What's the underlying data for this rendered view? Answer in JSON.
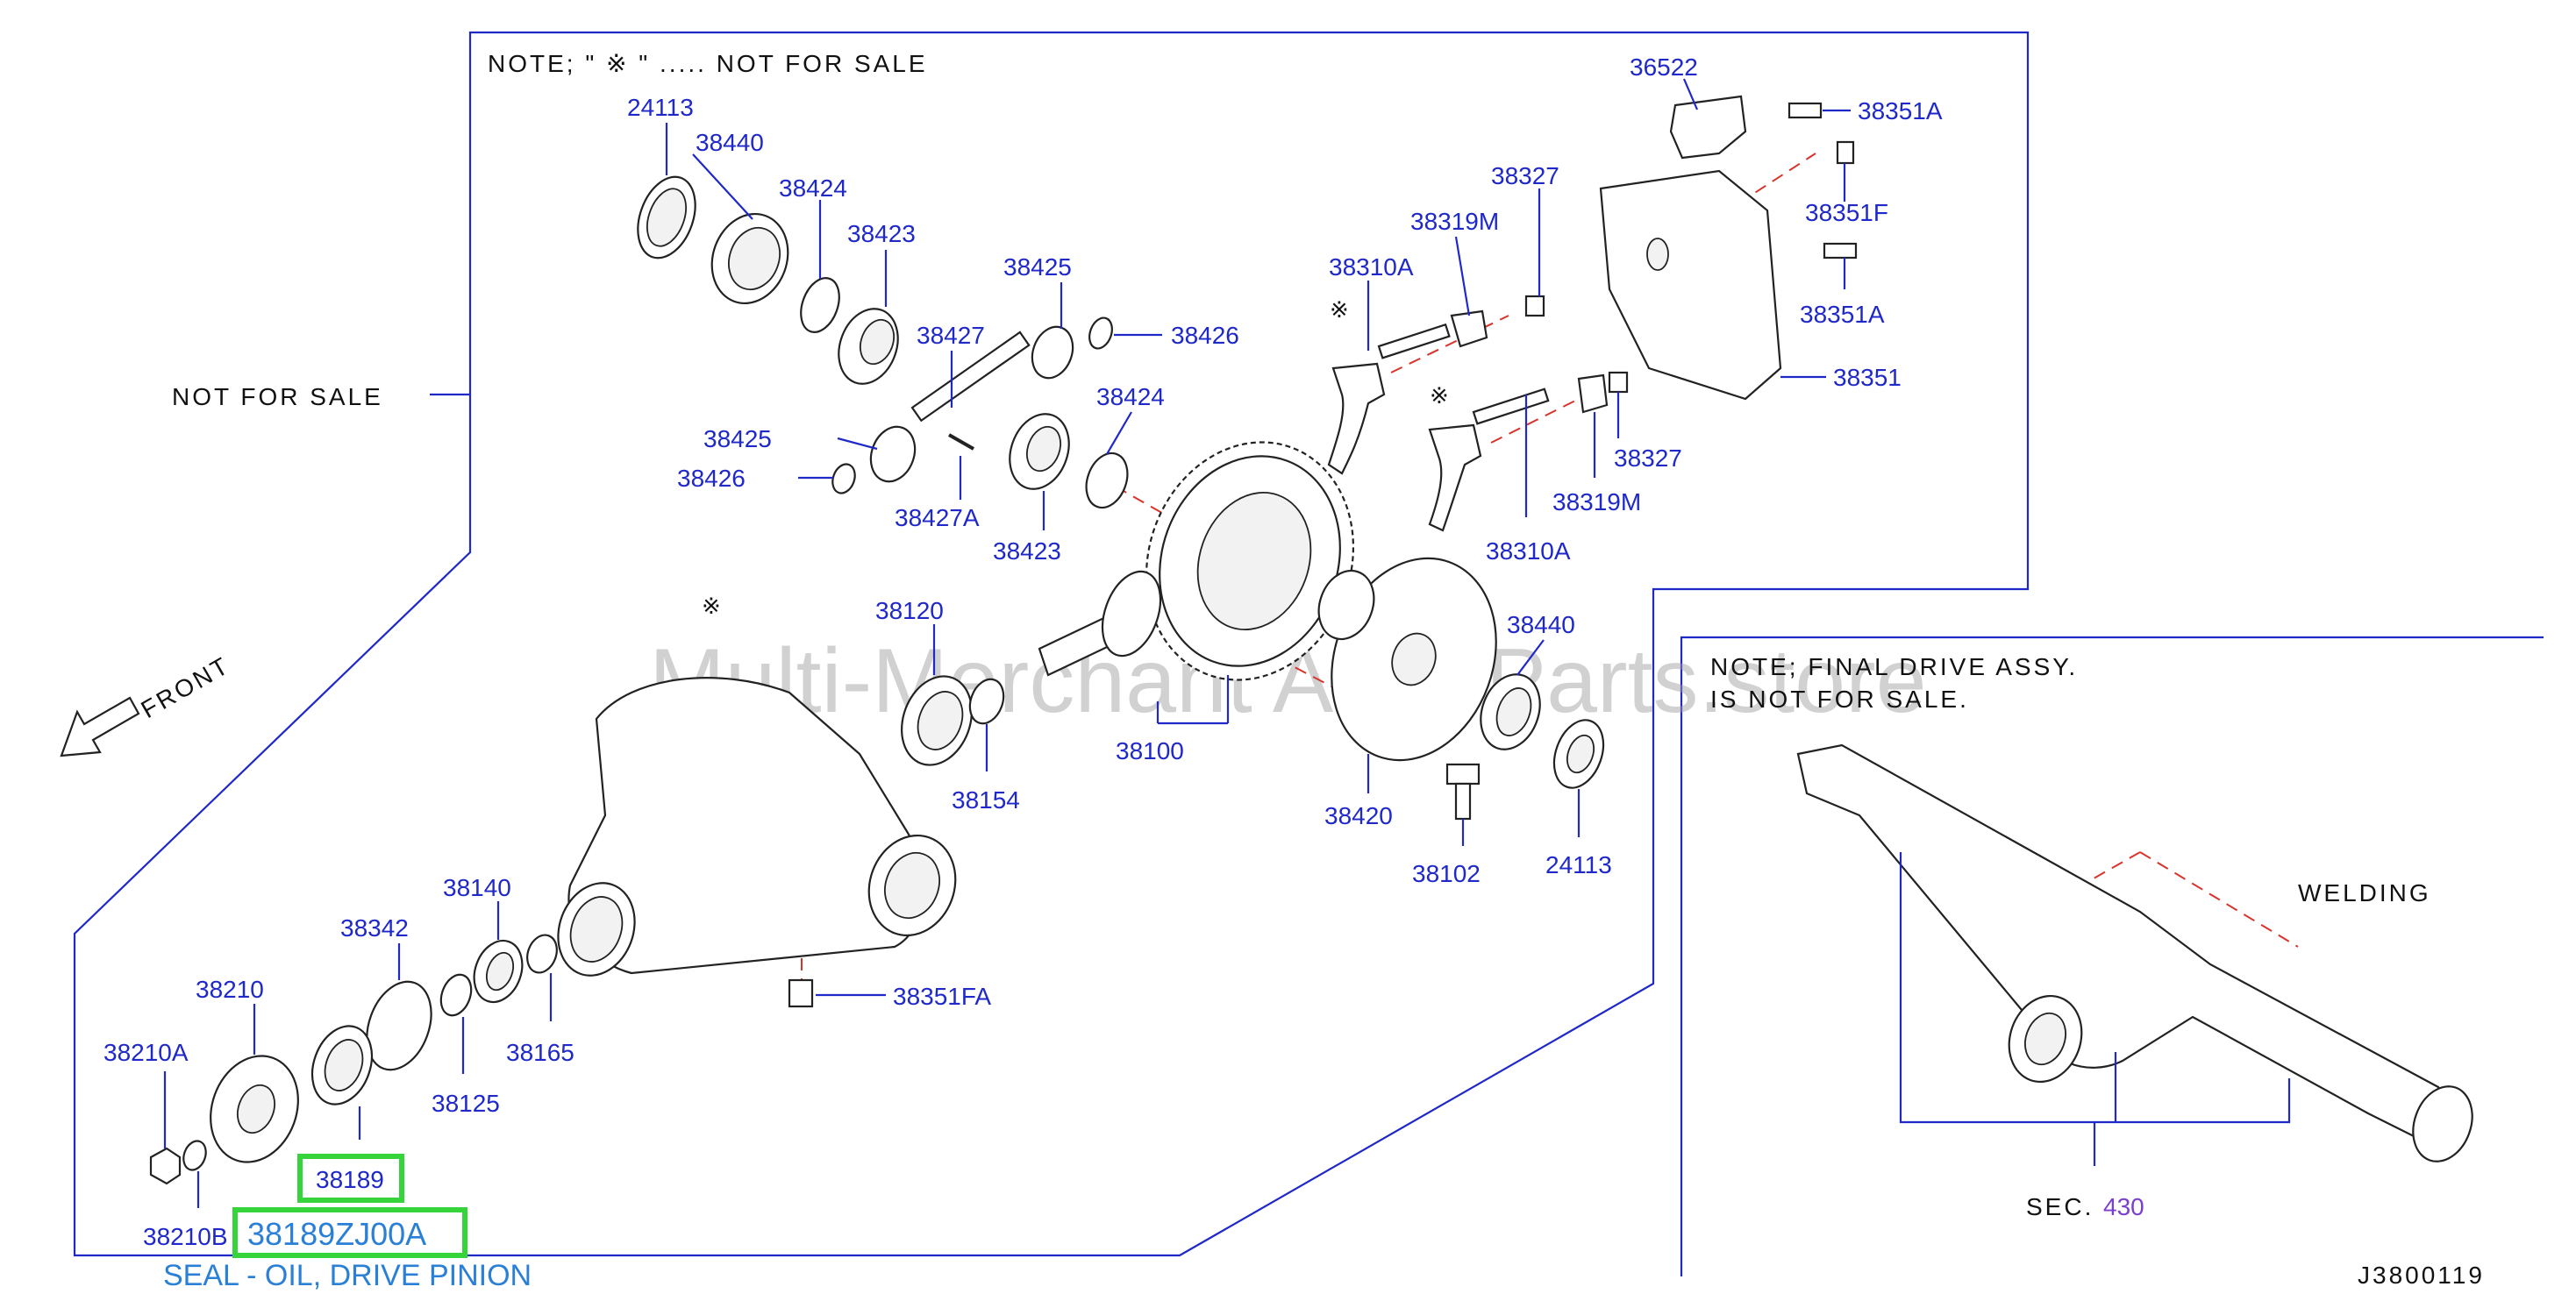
{
  "notes": {
    "top_note": "NOTE;  \" ※ \"  .....  NOT  FOR  SALE",
    "not_for_sale": "NOT  FOR  SALE",
    "front": "FRONT",
    "final_drive_line1": "NOTE;  FINAL  DRIVE  ASSY.",
    "final_drive_line2": "IS  NOT  FOR  SALE.",
    "welding": "WELDING",
    "sec_label": "SEC.",
    "sec_number": "430",
    "diagram_code": "J3800119",
    "asterisk": "※",
    "watermark": "Multi-Merchant Auto Parts.store"
  },
  "part_numbers": {
    "p24113_top": "24113",
    "p38440_top": "38440",
    "p38424_top": "38424",
    "p38423_top": "38423",
    "p38425_top": "38425",
    "p38426_top": "38426",
    "p38427": "38427",
    "p38424_mid": "38424",
    "p38425_left": "38425",
    "p38426_left": "38426",
    "p38427A": "38427A",
    "p38423_mid": "38423",
    "p36522": "36522",
    "p38351A_top": "38351A",
    "p38327_top": "38327",
    "p38351F": "38351F",
    "p38319M_top": "38319M",
    "p38310A_top": "38310A",
    "p38351A_mid": "38351A",
    "p38351": "38351",
    "p38327_mid": "38327",
    "p38319M_mid": "38319M",
    "p38310A_mid": "38310A",
    "p38120": "38120",
    "p38440_mid": "38440",
    "p38100": "38100",
    "p38154": "38154",
    "p38420": "38420",
    "p38102": "38102",
    "p24113_mid": "24113",
    "p38140": "38140",
    "p38342": "38342",
    "p38210": "38210",
    "p38210A": "38210A",
    "p38165": "38165",
    "p38125": "38125",
    "p38351FA": "38351FA",
    "p38189": "38189",
    "p38210B": "38210B"
  },
  "highlight": {
    "part_number": "38189ZJ00A",
    "description": "SEAL - OIL, DRIVE PINION",
    "box_color": "#35d43a",
    "text_color": "#2a7fd6"
  },
  "colors": {
    "label_blue": "#1f28c8",
    "dashed_red": "#d9342b",
    "sec_purple": "#7a3fd0"
  }
}
